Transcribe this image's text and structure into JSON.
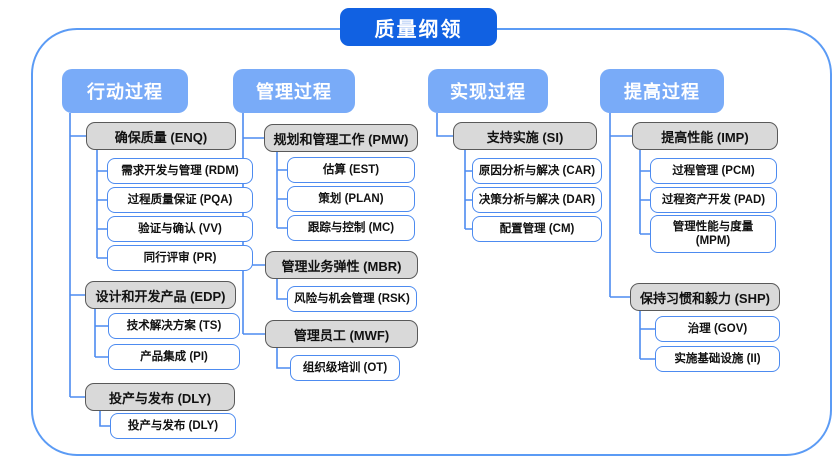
{
  "diagram_title": "质量纲领",
  "colors": {
    "title_bg": "#1161E2",
    "header_bg": "#79ABF8",
    "connector_blue": "#4D8BF0",
    "frame_border": "#5B9BF5",
    "group_fill": "#D9D9D9",
    "group_border": "#595959",
    "leaf_border": "#4D8BF0"
  },
  "columns": [
    {
      "header": "行动过程",
      "groups": [
        {
          "label": "确保质量 (ENQ)",
          "children": [
            "需求开发与管理 (RDM)",
            "过程质量保证 (PQA)",
            "验证与确认 (VV)",
            "同行评审 (PR)"
          ]
        },
        {
          "label": "设计和开发产品 (EDP)",
          "children": [
            "技术解决方案 (TS)",
            "产品集成 (PI)"
          ]
        },
        {
          "label": "投产与发布 (DLY)",
          "children": [
            "投产与发布 (DLY)"
          ]
        }
      ]
    },
    {
      "header": "管理过程",
      "groups": [
        {
          "label": "规划和管理工作 (PMW)",
          "children": [
            "估算 (EST)",
            "策划 (PLAN)",
            "跟踪与控制 (MC)"
          ]
        },
        {
          "label": "管理业务弹性 (MBR)",
          "children": [
            "风险与机会管理 (RSK)"
          ]
        },
        {
          "label": "管理员工 (MWF)",
          "children": [
            "组织级培训 (OT)"
          ]
        }
      ]
    },
    {
      "header": "实现过程",
      "groups": [
        {
          "label": "支持实施 (SI)",
          "children": [
            "原因分析与解决 (CAR)",
            "决策分析与解决 (DAR)",
            "配置管理 (CM)"
          ]
        }
      ]
    },
    {
      "header": "提高过程",
      "groups": [
        {
          "label": "提高性能 (IMP)",
          "children": [
            "过程管理 (PCM)",
            "过程资产开发 (PAD)",
            "管理性能与度量 (MPM)"
          ]
        },
        {
          "label": "保持习惯和毅力 (SHP)",
          "children": [
            "治理 (GOV)",
            "实施基础设施 (II)"
          ]
        }
      ]
    }
  ]
}
